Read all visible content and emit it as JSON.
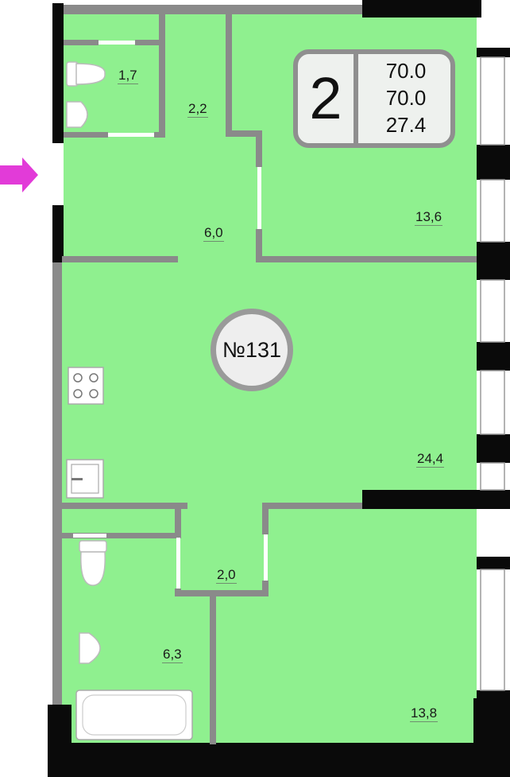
{
  "apartment": {
    "number": "№131",
    "rooms": "2",
    "areas": [
      "70.0",
      "70.0",
      "27.4"
    ]
  },
  "rooms": {
    "wc_small": "1,7",
    "corridor_top": "2,2",
    "hall": "6,0",
    "bedroom_top": "13,6",
    "living_kitchen": "24,4",
    "corridor_bottom": "2,0",
    "bathroom": "6,3",
    "bedroom_bottom": "13,8"
  },
  "colors": {
    "floor": "#8ff08f",
    "wall": "#8a8a8a",
    "exterior_wall": "#0a0a0a",
    "entrance_arrow": "#e23bd8"
  },
  "icons": [
    "entrance-arrow-icon",
    "toilet-icon",
    "sink-icon",
    "stove-icon",
    "kitchen-sink-icon",
    "bathtub-icon"
  ]
}
